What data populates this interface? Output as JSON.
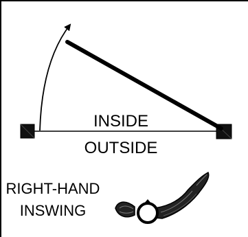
{
  "labels": {
    "inside": "INSIDE",
    "outside": "OUTSIDE",
    "handing_line1": "RIGHT-HAND",
    "handing_line2": "INSWING"
  },
  "colors": {
    "ink": "#000000",
    "background": "#ffffff"
  },
  "icons": {
    "lever": "lever-handle-icon",
    "hinge": "hinge-icon",
    "strike": "strike-jamb-icon",
    "swing": "swing-arc-arrow-icon"
  }
}
